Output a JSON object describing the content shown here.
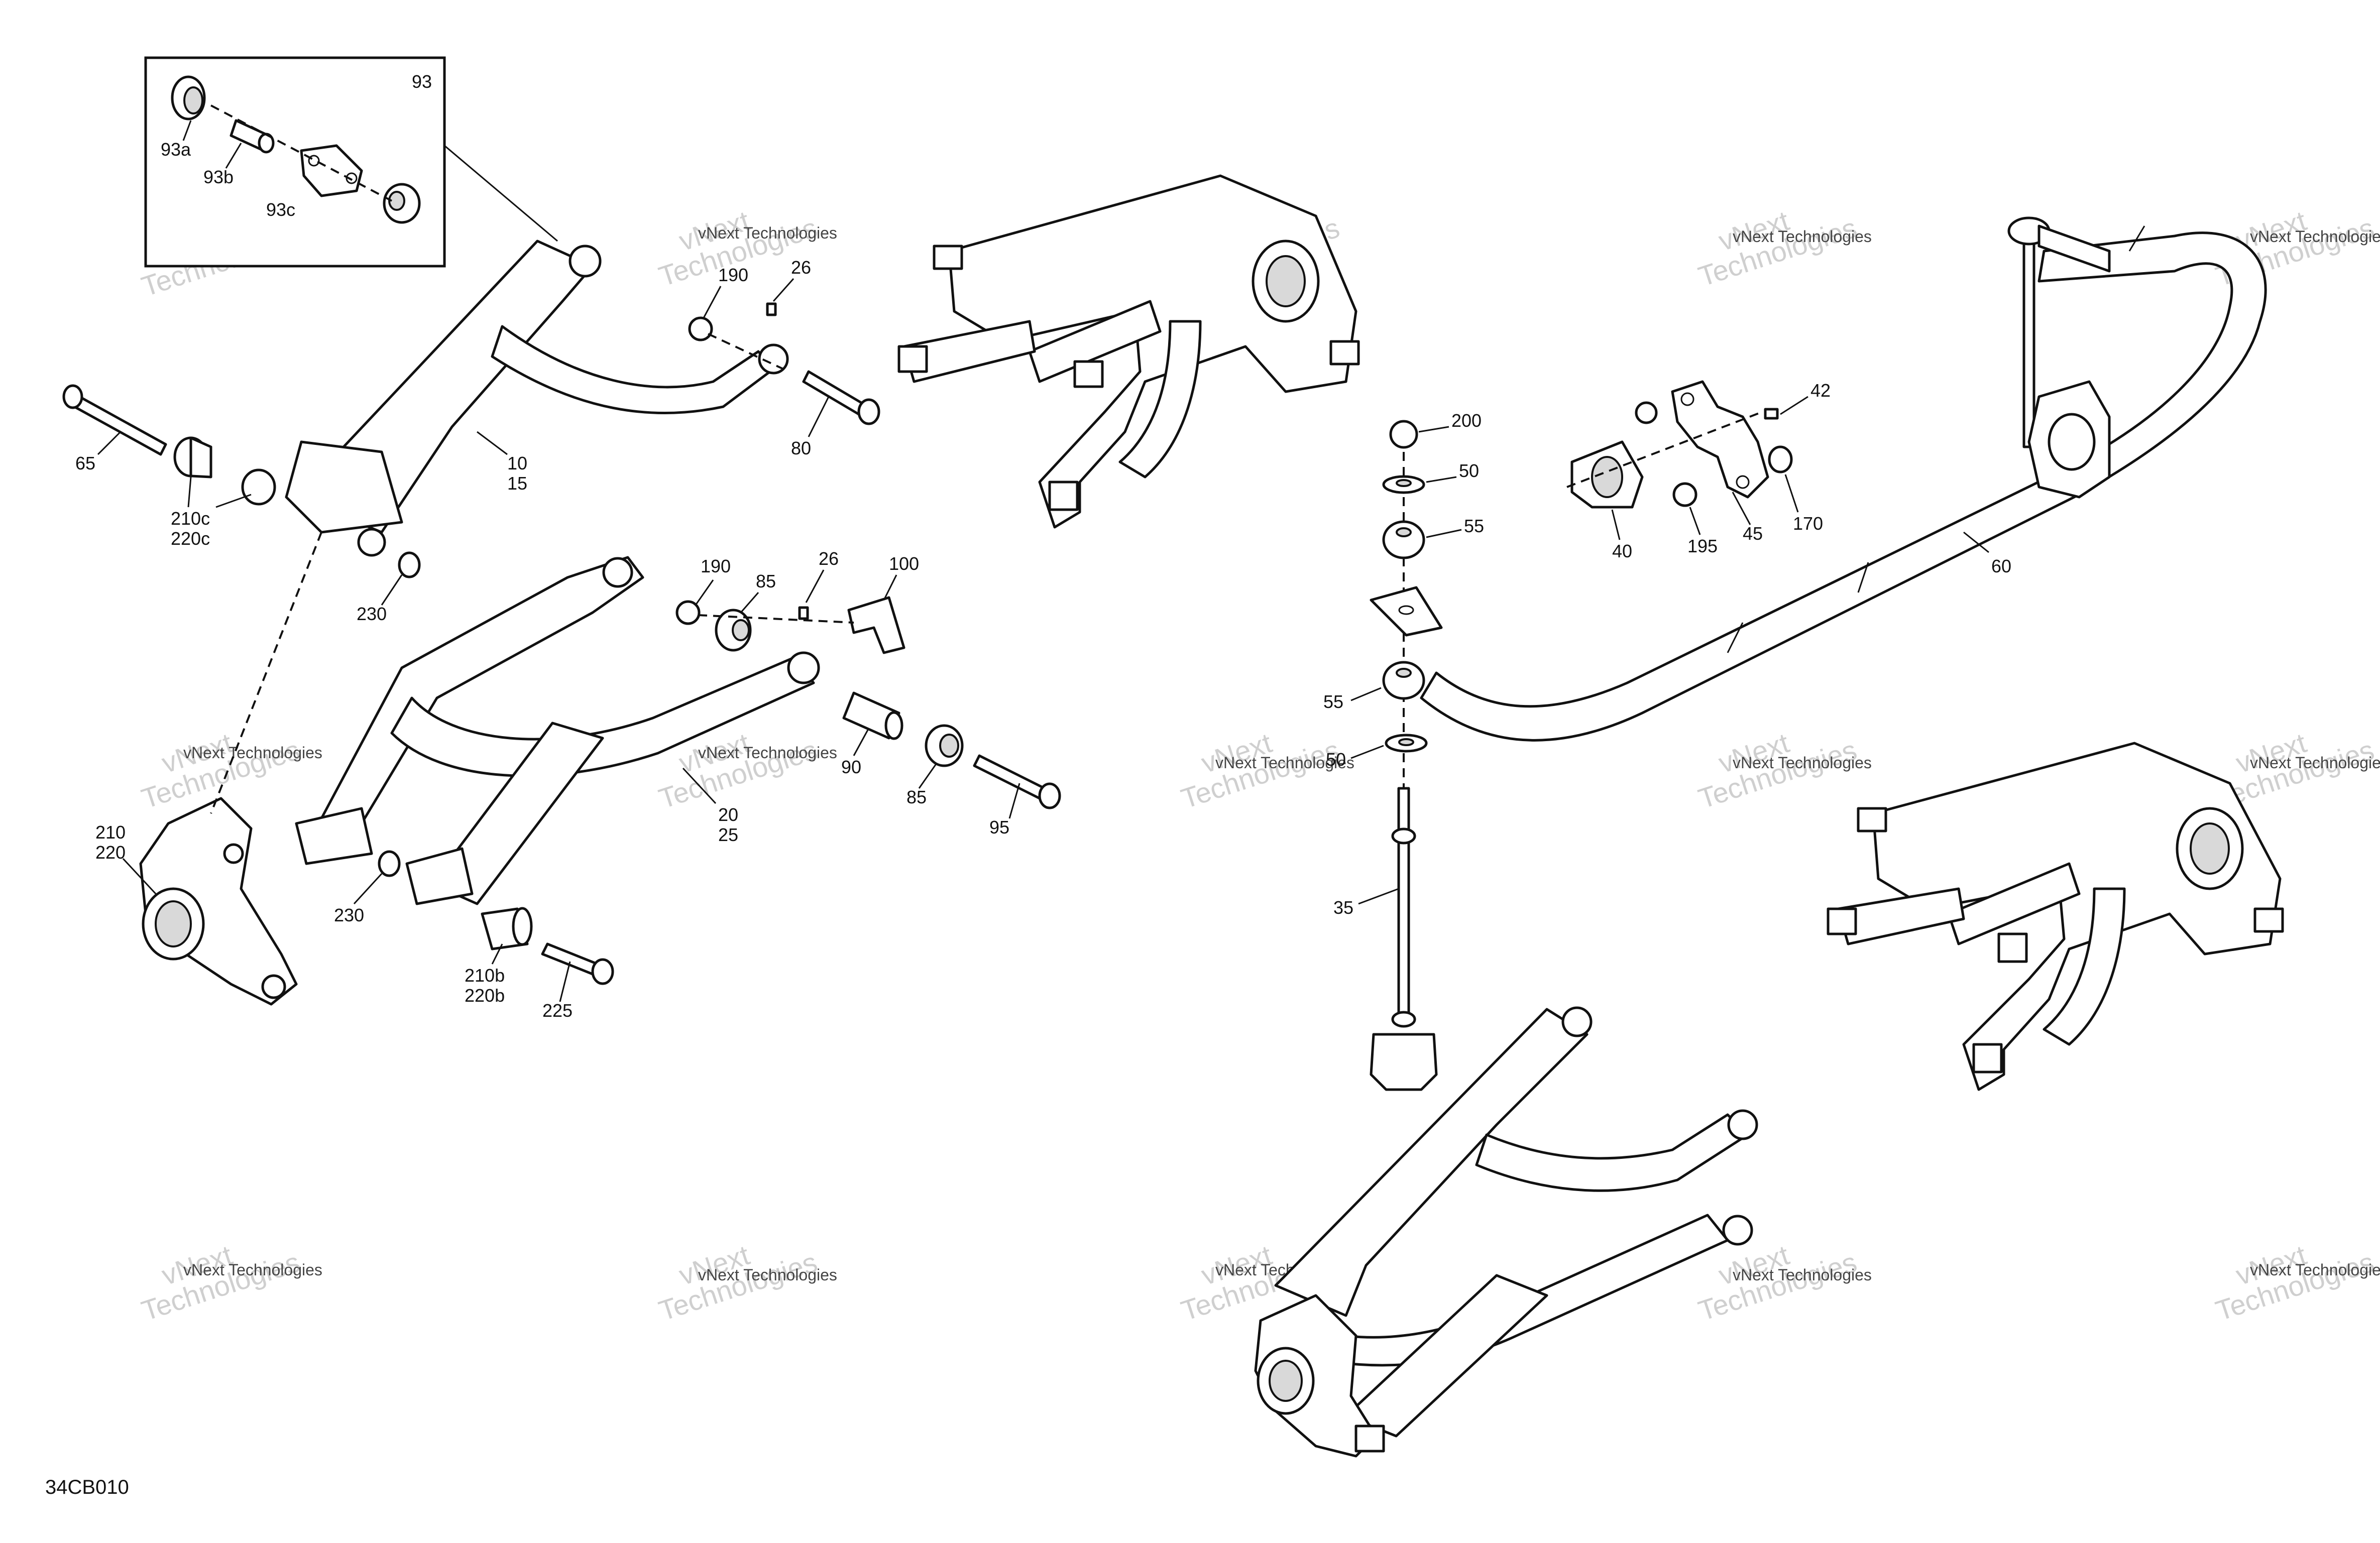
{
  "diagram_code": "34CB010",
  "watermark": {
    "line1": "vNext",
    "line2": "Technologies",
    "small": "vNext Technologies"
  },
  "inset": {
    "label": "93",
    "parts": [
      "93a",
      "93b",
      "93c"
    ]
  },
  "callouts": {
    "c93": "93",
    "c93a": "93a",
    "c93b": "93b",
    "c93c": "93c",
    "c65": "65",
    "c10_15": [
      "10",
      "15"
    ],
    "c210c_220c": [
      "210c",
      "220c"
    ],
    "c230a": "230",
    "c190a": "190",
    "c26a": "26",
    "c80": "80",
    "c190b": "190",
    "c85a": "85",
    "c26b": "26",
    "c100": "100",
    "c90": "90",
    "c85b": "85",
    "c95": "95",
    "c20_25": [
      "20",
      "25"
    ],
    "c210_220": [
      "210",
      "220"
    ],
    "c230b": "230",
    "c210b_220b": [
      "210b",
      "220b"
    ],
    "c225": "225",
    "c200": "200",
    "c50a": "50",
    "c55a": "55",
    "c55b": "55",
    "c50b": "50",
    "c35": "35",
    "c42": "42",
    "c40": "40",
    "c195": "195",
    "c45": "45",
    "c170": "170",
    "c60": "60"
  }
}
